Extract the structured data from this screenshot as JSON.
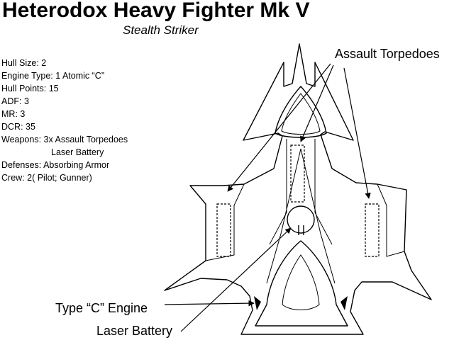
{
  "title": "Heterodox Heavy Fighter Mk V",
  "subtitle": "Stealth Striker",
  "stats": {
    "hull_size": "Hull Size: 2",
    "engine_type": "Engine Type: 1 Atomic “C”",
    "hull_points": "Hull Points: 15",
    "adf": "ADF: 3",
    "mr": "MR: 3",
    "dcr": "DCR: 35",
    "weapons_1": "Weapons: 3x Assault Torpedoes",
    "weapons_2": "Laser Battery",
    "defenses": "Defenses: Absorbing  Armor",
    "crew": "Crew: 2( Pilot; Gunner)"
  },
  "callouts": {
    "assault_torpedoes": "Assault Torpedoes",
    "engine": "Type “C” Engine",
    "laser_battery": "Laser Battery"
  }
}
